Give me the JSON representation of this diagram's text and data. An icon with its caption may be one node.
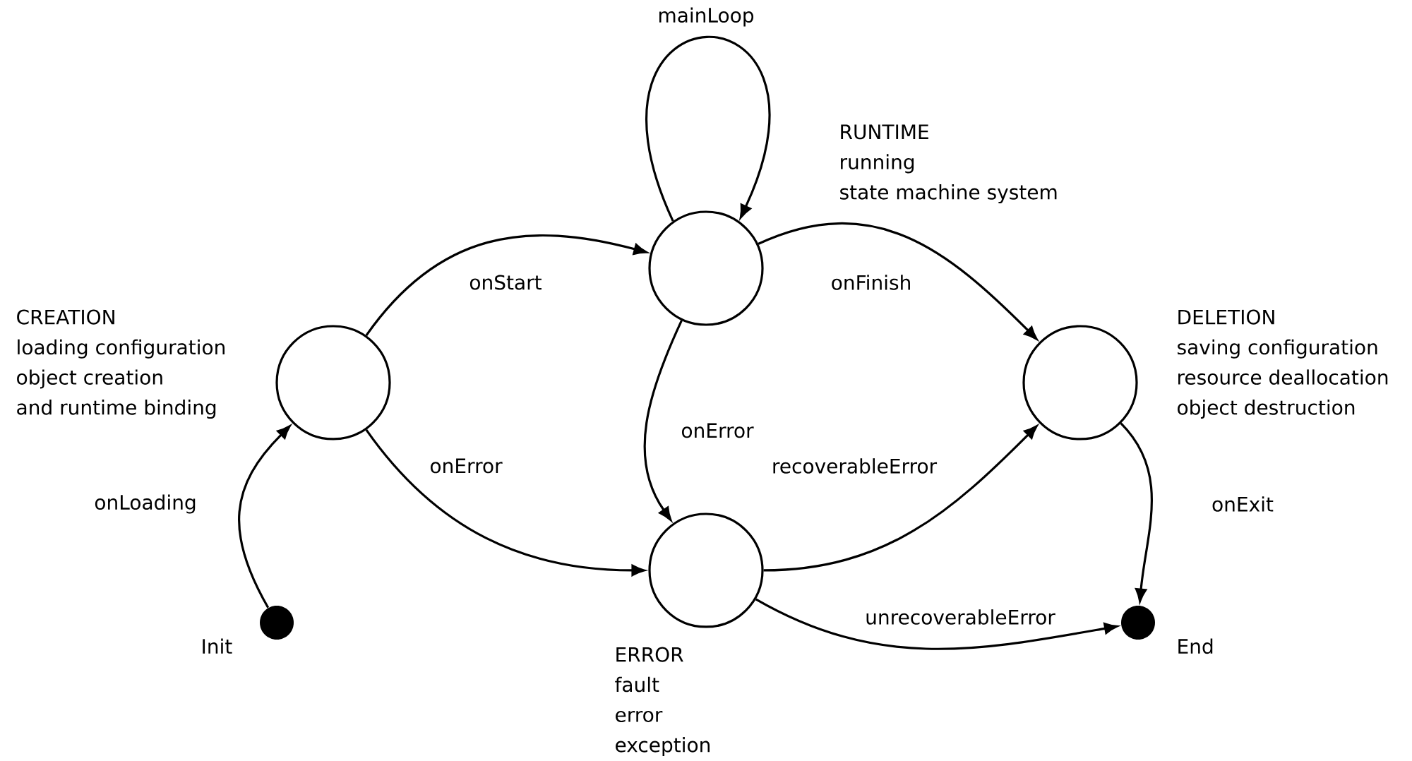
{
  "diagram": {
    "nodes": [
      {
        "text": [],
        "shape": "circle",
        "beside": [
          "RUNTIME",
          "running",
          "state machine system"
        ]
      },
      {
        "text": [],
        "shape": "circle",
        "beside": [
          "CREATION",
          "loading configuration",
          "object creation",
          "and runtime binding"
        ]
      },
      {
        "text": [],
        "shape": "circle",
        "beside": [
          "DELETION",
          "saving configuration",
          "resource deallocation",
          "object destruction"
        ]
      },
      {
        "text": [],
        "shape": "circle",
        "beside": [
          "ERROR",
          "fault",
          "error",
          "exception"
        ]
      },
      {
        "text": [],
        "shape": "dot",
        "beside": [
          "Init"
        ]
      },
      {
        "text": [],
        "shape": "dot",
        "beside": [
          "End"
        ]
      }
    ],
    "edges": [
      {
        "from": 4,
        "to": 1,
        "arrow": "to",
        "label": "onLoading"
      },
      {
        "from": 1,
        "to": 0,
        "arrow": "to",
        "label": "onStart"
      },
      {
        "from": 1,
        "to": 3,
        "arrow": "to",
        "label": "onError"
      },
      {
        "from": 0,
        "to": 0,
        "arrow": "to",
        "label": "mainLoop"
      },
      {
        "from": 0,
        "to": 2,
        "arrow": "to",
        "label": "onFinish"
      },
      {
        "from": 0,
        "to": 3,
        "arrow": "to",
        "label": "onError"
      },
      {
        "from": 3,
        "to": 2,
        "arrow": "to",
        "label": "recoverableError"
      },
      {
        "from": 3,
        "to": 5,
        "arrow": "to",
        "label": "unrecoverableError"
      },
      {
        "from": 2,
        "to": 5,
        "arrow": "to",
        "label": "onExit"
      }
    ]
  }
}
